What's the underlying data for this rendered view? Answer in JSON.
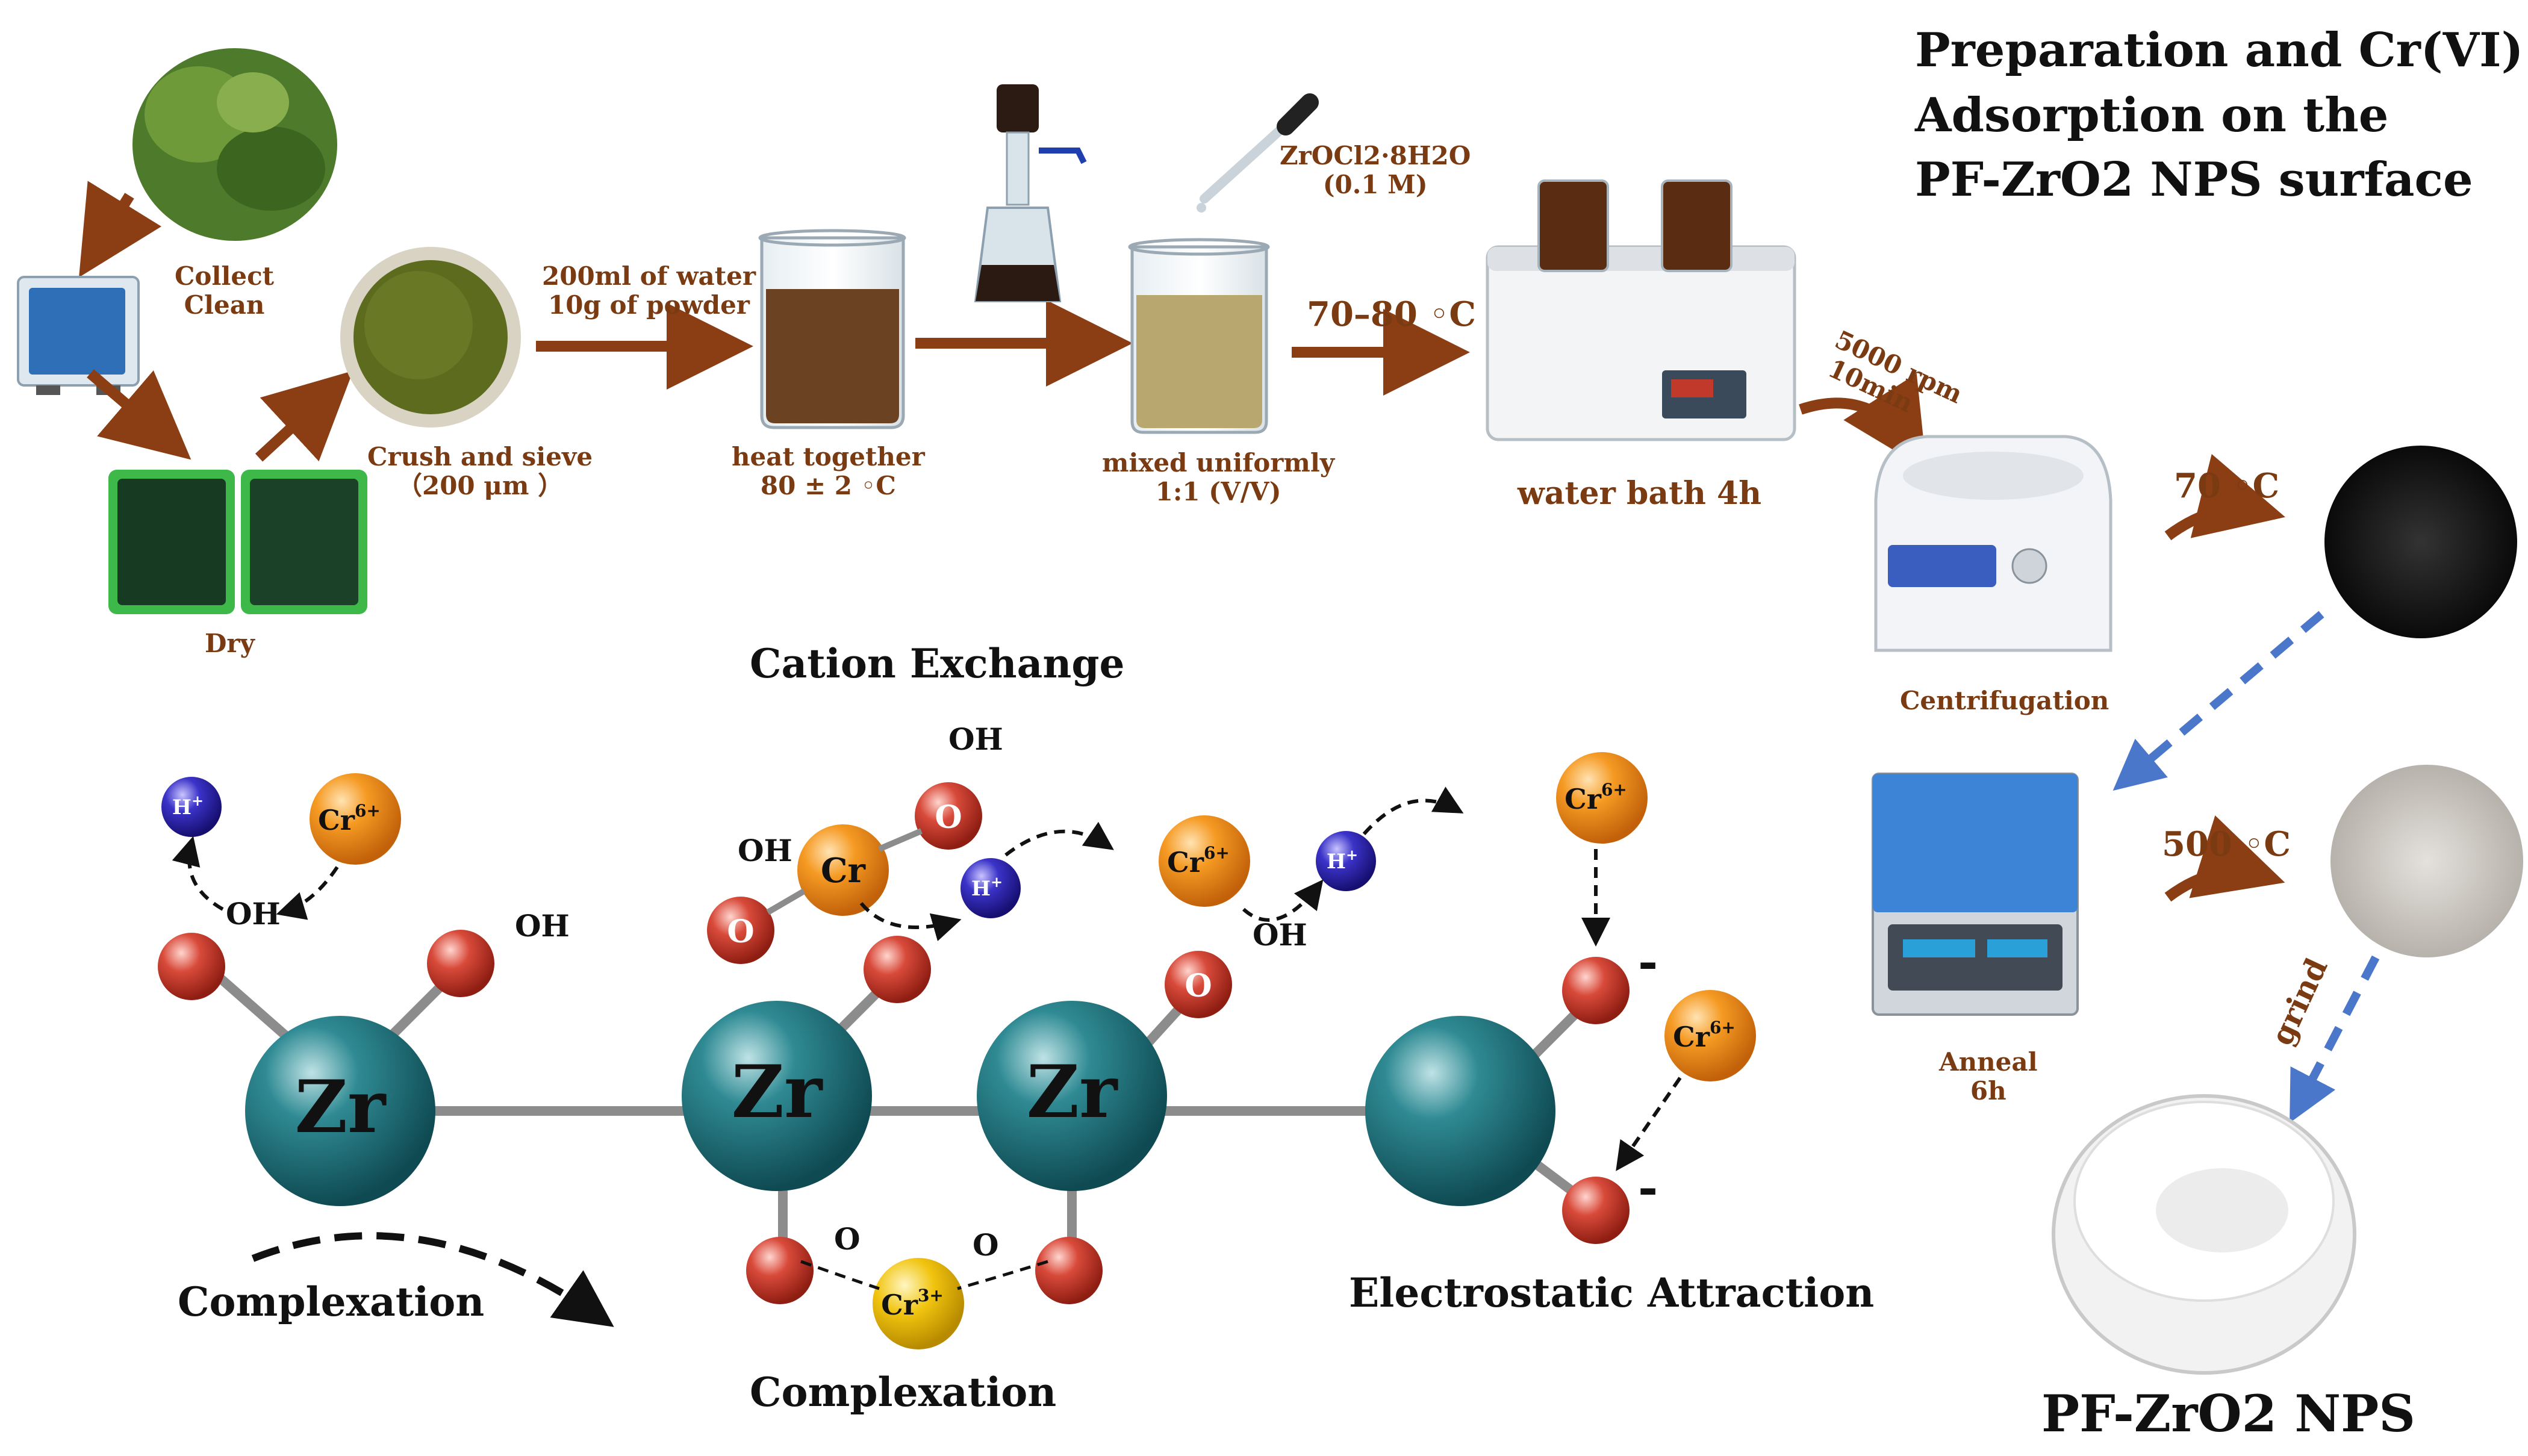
{
  "title_lines": [
    "Preparation and Cr(VI)",
    "Adsorption on the",
    "PF-ZrO2 NPS surface"
  ],
  "steps": {
    "collect": [
      "Collect",
      "Clean"
    ],
    "dry": "Dry",
    "crush": [
      "Crush and sieve",
      "（200 μm ）"
    ],
    "water_powder": [
      "200ml of water",
      "10g of powder"
    ],
    "heat": [
      "heat together",
      "80 ± 2 ◦C"
    ],
    "reagent": [
      "ZrOCl2·8H2O",
      "(0.1 M)"
    ],
    "mix": [
      "mixed uniformly",
      "1:1 (V/V)"
    ],
    "temp_bath": "70–80 ◦C",
    "bath": "water bath 4h",
    "rpm": [
      "5000 rpm",
      "10min"
    ],
    "centrifugation": "Centrifugation",
    "temp_dry": "70 ◦C",
    "anneal": [
      "Anneal",
      "6h"
    ],
    "temp_anneal": "500 ◦C",
    "grind": "grind",
    "product": "PF-ZrO2 NPS"
  },
  "mechanism": {
    "cation_exchange": "Cation Exchange",
    "complexation_left": "Complexation",
    "complexation_bottom": "Complexation",
    "electrostatic": "Electrostatic Attraction",
    "zr": "Zr",
    "cr": "Cr",
    "cr6": "Cr",
    "cr6_sup": "6+",
    "cr3_sup": "3+",
    "h": "H",
    "h_sup": "+",
    "oh": "OH",
    "o": "O",
    "minus": "-"
  },
  "colors": {
    "brown_text": "#7a3b12",
    "arrow_brown": "#8b3e14",
    "dashed_blue": "#4a77c9",
    "zr_teal": "#1e6f78",
    "oxygen_red": "#c0392b",
    "cr_orange": "#f39c12",
    "h_blue": "#3b33c8",
    "cr3_yellow": "#f1c40f"
  }
}
